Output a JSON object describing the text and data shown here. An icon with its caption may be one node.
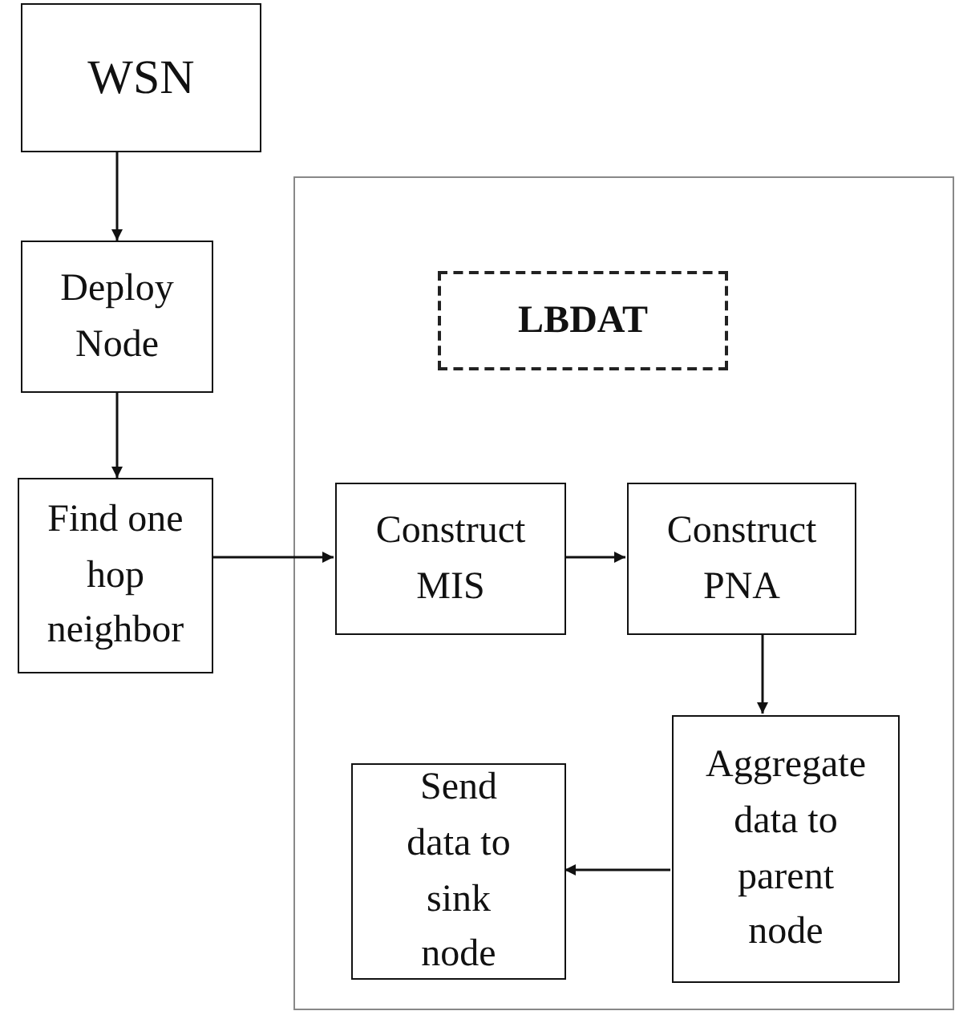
{
  "diagram": {
    "nodes": [
      {
        "text": [
          "WSN"
        ]
      },
      {
        "text": [
          "Deploy Node"
        ]
      },
      {
        "text": [
          "Find one hop neighbor"
        ]
      },
      {
        "text": [],
        "shape": "box"
      },
      {
        "text": [
          "LBDAT"
        ],
        "in": 3
      },
      {
        "text": [
          "Construct MIS"
        ],
        "in": 3
      },
      {
        "text": [
          "Construct PNA"
        ],
        "in": 3
      },
      {
        "text": [
          "Send data to sink node"
        ],
        "in": 3
      },
      {
        "text": [
          "Aggregate data to parent node"
        ],
        "in": 3
      }
    ],
    "edges": [
      {
        "from": 0,
        "to": 1,
        "arrow": "to"
      },
      {
        "from": 1,
        "to": 2,
        "arrow": "to"
      },
      {
        "from": 2,
        "to": 5,
        "arrow": "to"
      },
      {
        "from": 5,
        "to": 6,
        "arrow": "to"
      },
      {
        "from": 6,
        "to": 8,
        "arrow": "to"
      },
      {
        "from": 8,
        "to": 7,
        "arrow": "to"
      }
    ]
  }
}
